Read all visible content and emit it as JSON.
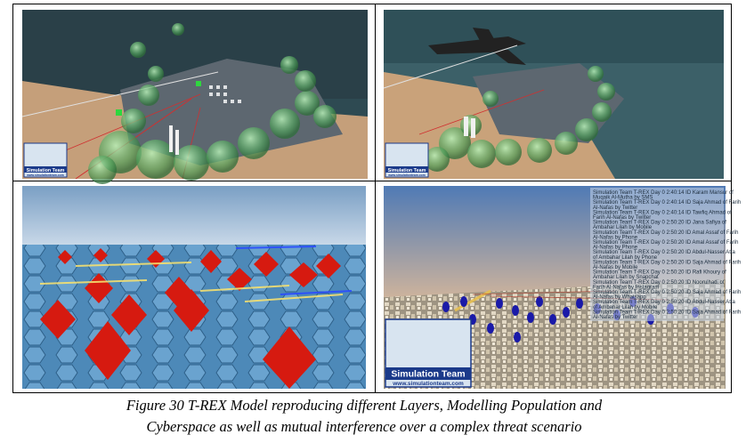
{
  "figure": {
    "caption_line1": "Figure 30 T-REX Model reproducing different Layers, Modelling Population and",
    "caption_line2": "Cyberspace as well as mutual interference over a complex threat scenario"
  },
  "panels": {
    "logo_title": "Simulation Team",
    "logo_url": "www.simulationteam.com"
  },
  "log_overlay": {
    "lines": [
      "Simulation Team T-REX Day 0  2:40:14 ID Karam Mansur of",
      "Muqaik Al-Mutha by SMS",
      "Simulation Team T-REX Day 0  2:40:14 ID Saja Ahmad of Farih",
      "Al-Nafas by Twitter",
      "Simulation Team T-REX Day 0  2:40:14 ID Tawfiq Ahmad of",
      "Farih Al-Nafas by Twitter",
      "Simulation Team T-REX Day 0  2:50:20 ID Jana Safiya of",
      "Ambahar Lilah by Mobile",
      "Simulation Team T-REX Day 0  2:50:20 ID Amal Assaf of Farih",
      "Al-Nafas by Phone",
      "Simulation Team T-REX Day 0  2:50:20 ID Amal Assaf of Farih",
      "Al-Nafas by Phone",
      "Simulation Team T-REX Day 0  2:50:20 ID Abdul-Nasser Atta",
      "of Ambahar Lilah by Phone",
      "Simulation Team T-REX Day 0  2:50:20 ID Saja Ahmad of Farih",
      "Al-Nafas by Mobile",
      "Simulation Team T-REX Day 0  2:50:20 ID Rafi Khoury of",
      "Ambahar Lilah by Snapchat",
      "Simulation Team T-REX Day 0  2:50:20 ID Noorulhadi of",
      "Farih Al-Nafas by Instagram",
      "Simulation Team T-REX Day 0  2:50:20 ID Saja Ahmad of Farih",
      "Al-Nafas by Whatsapp",
      "Simulation Team T-REX Day 0  2:50:20 ID Abdul-Nasser Atta",
      "of Ambahar Lilah by Mobile",
      "Simulation Team T-REX Day 0  2:50:20 ID Saja Ahmad of Farih",
      "Al-Nafas by Twitter"
    ]
  },
  "colors": {
    "sky": "#2a3d4a",
    "sea": "#3e6470",
    "sand": "#c9a27a",
    "bubble": "#6fbf7a",
    "pyramid": "#d61a10",
    "hex": "#5f9ac4",
    "city": "#c7b9a0"
  }
}
